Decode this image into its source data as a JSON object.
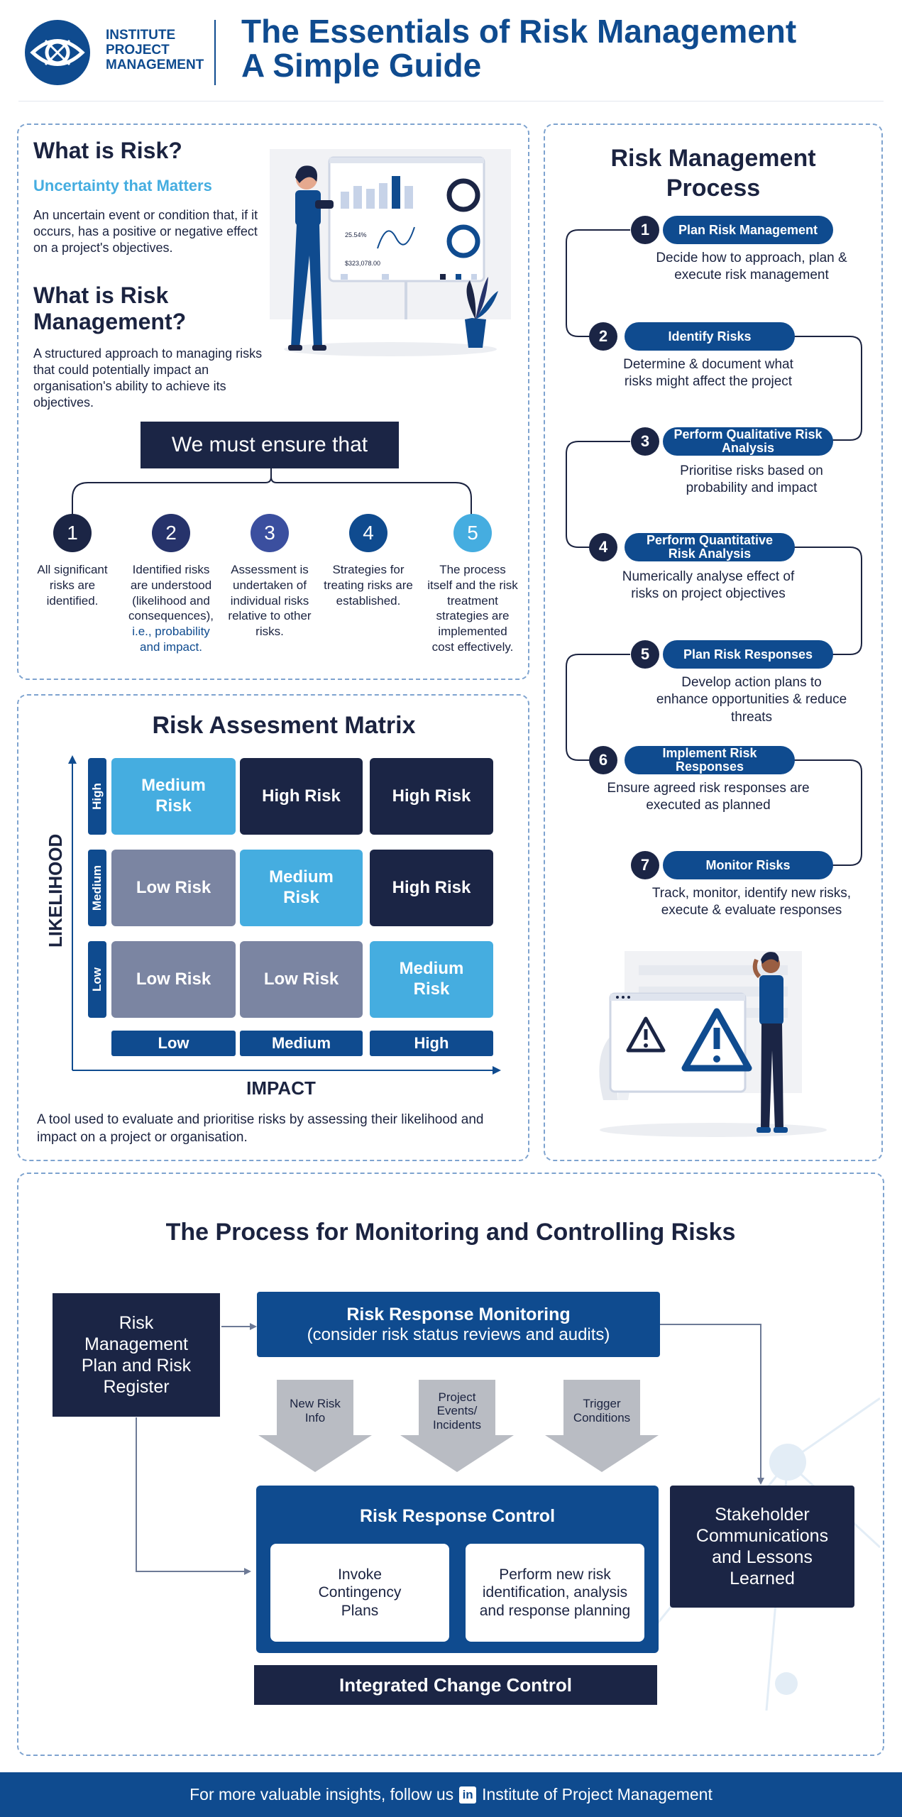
{
  "header": {
    "logo_text": [
      "INSTITUTE",
      "PROJECT",
      "MANAGEMENT"
    ],
    "title_line1": "The Essentials of Risk Management",
    "title_line2": "A Simple Guide"
  },
  "what_is_risk": {
    "heading": "What is Risk?",
    "subheading": "Uncertainty that Matters",
    "body": "An uncertain event or condition that, if it occurs, has a positive or negative effect on a project's objectives.",
    "illustration": {
      "stat_percent": "25.54%",
      "stat_amount": "$323,078.00"
    }
  },
  "what_is_rm": {
    "heading": "What is Risk Management?",
    "body": "A structured approach to managing risks that could potentially impact an organisation's ability to achieve its objectives."
  },
  "ensure": {
    "banner": "We must ensure that",
    "items": [
      {
        "num": "1",
        "text": "All significant risks are identified.",
        "highlight": ""
      },
      {
        "num": "2",
        "text": "Identified risks are understood (likelihood and consequences),",
        "highlight": "i.e., probability and impact."
      },
      {
        "num": "3",
        "text": "Assessment is undertaken of individual risks relative to other risks.",
        "highlight": ""
      },
      {
        "num": "4",
        "text": "Strategies for treating risks are established.",
        "highlight": ""
      },
      {
        "num": "5",
        "text": "The process itself and the risk treatment strategies are implemented cost effectively.",
        "highlight": ""
      }
    ],
    "circle_colors": [
      "#1b2545",
      "#26336b",
      "#3b4f9f",
      "#0f4b8f",
      "#45ade0"
    ]
  },
  "matrix": {
    "title": "Risk Assesment Matrix",
    "y_axis_label": "LIKELIHOOD",
    "x_axis_label": "IMPACT",
    "rows": [
      "High",
      "Medium",
      "Low"
    ],
    "cols": [
      "Low",
      "Medium",
      "High"
    ],
    "cells": [
      [
        {
          "label": "Medium Risk",
          "level": "medium"
        },
        {
          "label": "High Risk",
          "level": "high"
        },
        {
          "label": "High Risk",
          "level": "high"
        }
      ],
      [
        {
          "label": "Low Risk",
          "level": "low"
        },
        {
          "label": "Medium Risk",
          "level": "medium"
        },
        {
          "label": "High Risk",
          "level": "high"
        }
      ],
      [
        {
          "label": "Low Risk",
          "level": "low"
        },
        {
          "label": "Low Risk",
          "level": "low"
        },
        {
          "label": "Medium Risk",
          "level": "medium"
        }
      ]
    ],
    "level_colors": {
      "high": "#1b2545",
      "medium": "#45ade0",
      "low": "#7b85a2"
    },
    "caption": "A  tool used to evaluate and prioritise risks by assessing their likelihood and impact on a project or organisation."
  },
  "process": {
    "title": "Risk Management Process",
    "steps": [
      {
        "num": "1",
        "label": "Plan Risk Management",
        "desc": "Decide how to approach, plan & execute risk management"
      },
      {
        "num": "2",
        "label": "Identify Risks",
        "desc": "Determine & document what risks might affect the project"
      },
      {
        "num": "3",
        "label": "Perform Qualitative Risk Analysis",
        "desc": "Prioritise risks based on probability and impact"
      },
      {
        "num": "4",
        "label": "Perform Quantitative Risk Analysis",
        "desc": "Numerically analyse effect of risks on project objectives"
      },
      {
        "num": "5",
        "label": "Plan Risk Responses",
        "desc": "Develop action plans to enhance opportunities & reduce threats"
      },
      {
        "num": "6",
        "label": "Implement Risk Responses",
        "desc": "Ensure agreed risk responses are executed as planned"
      },
      {
        "num": "7",
        "label": "Monitor Risks",
        "desc": "Track, monitor, identify new risks, execute & evaluate responses"
      }
    ]
  },
  "monitoring": {
    "title": "The Process for Monitoring and Controlling Risks",
    "plan_box": "Risk Management Plan and Risk Register",
    "monitoring_box_line1": "Risk Response Monitoring",
    "monitoring_box_line2": "(consider risk status reviews and audits)",
    "inputs": [
      "New Risk Info",
      "Project Events/ Incidents",
      "Trigger Conditions"
    ],
    "control_title": "Risk Response Control",
    "control_items": [
      "Invoke Contingency Plans",
      "Perform new risk identification, analysis and response planning"
    ],
    "change_control": "Integrated Change Control",
    "stakeholder_box": "Stakeholder Communications and Lessons Learned"
  },
  "footer": {
    "text_before": "For more valuable insights, follow us",
    "brand": "Institute of Project Management"
  }
}
